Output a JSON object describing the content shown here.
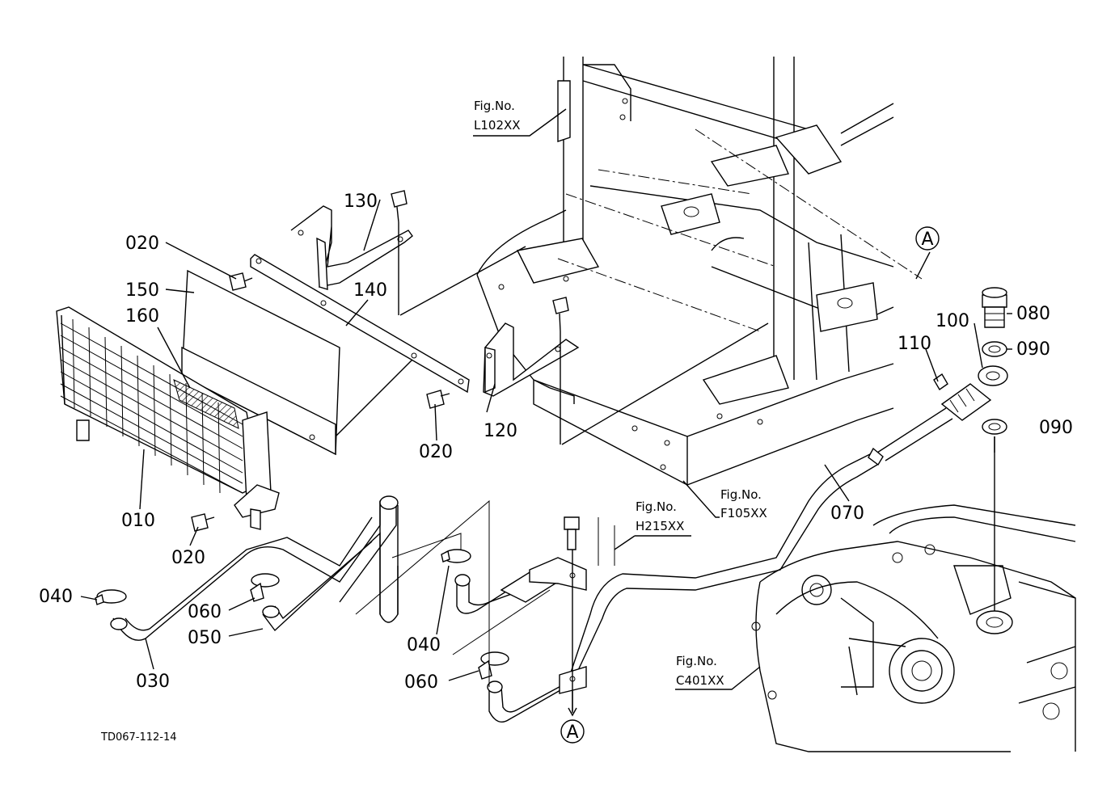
{
  "drawing_code": "TD067-112-14",
  "callouts": {
    "p010": "010",
    "p020_a": "020",
    "p020_b": "020",
    "p020_c": "020",
    "p030": "030",
    "p040_a": "040",
    "p040_b": "040",
    "p050": "050",
    "p060_a": "060",
    "p060_b": "060",
    "p070": "070",
    "p080": "080",
    "p090_a": "090",
    "p090_b": "090",
    "p100": "100",
    "p110": "110",
    "p120": "120",
    "p130": "130",
    "p140": "140",
    "p150": "150",
    "p160": "160"
  },
  "figure_refs": {
    "l102": {
      "line1": "Fig.No.",
      "line2": "L102XX"
    },
    "f105": {
      "line1": "Fig.No.",
      "line2": "F105XX"
    },
    "h215": {
      "line1": "Fig.No.",
      "line2": "H215XX"
    },
    "c401": {
      "line1": "Fig.No.",
      "line2": "C401XX"
    }
  },
  "markers": {
    "a_top": "A",
    "a_bottom": "A"
  }
}
